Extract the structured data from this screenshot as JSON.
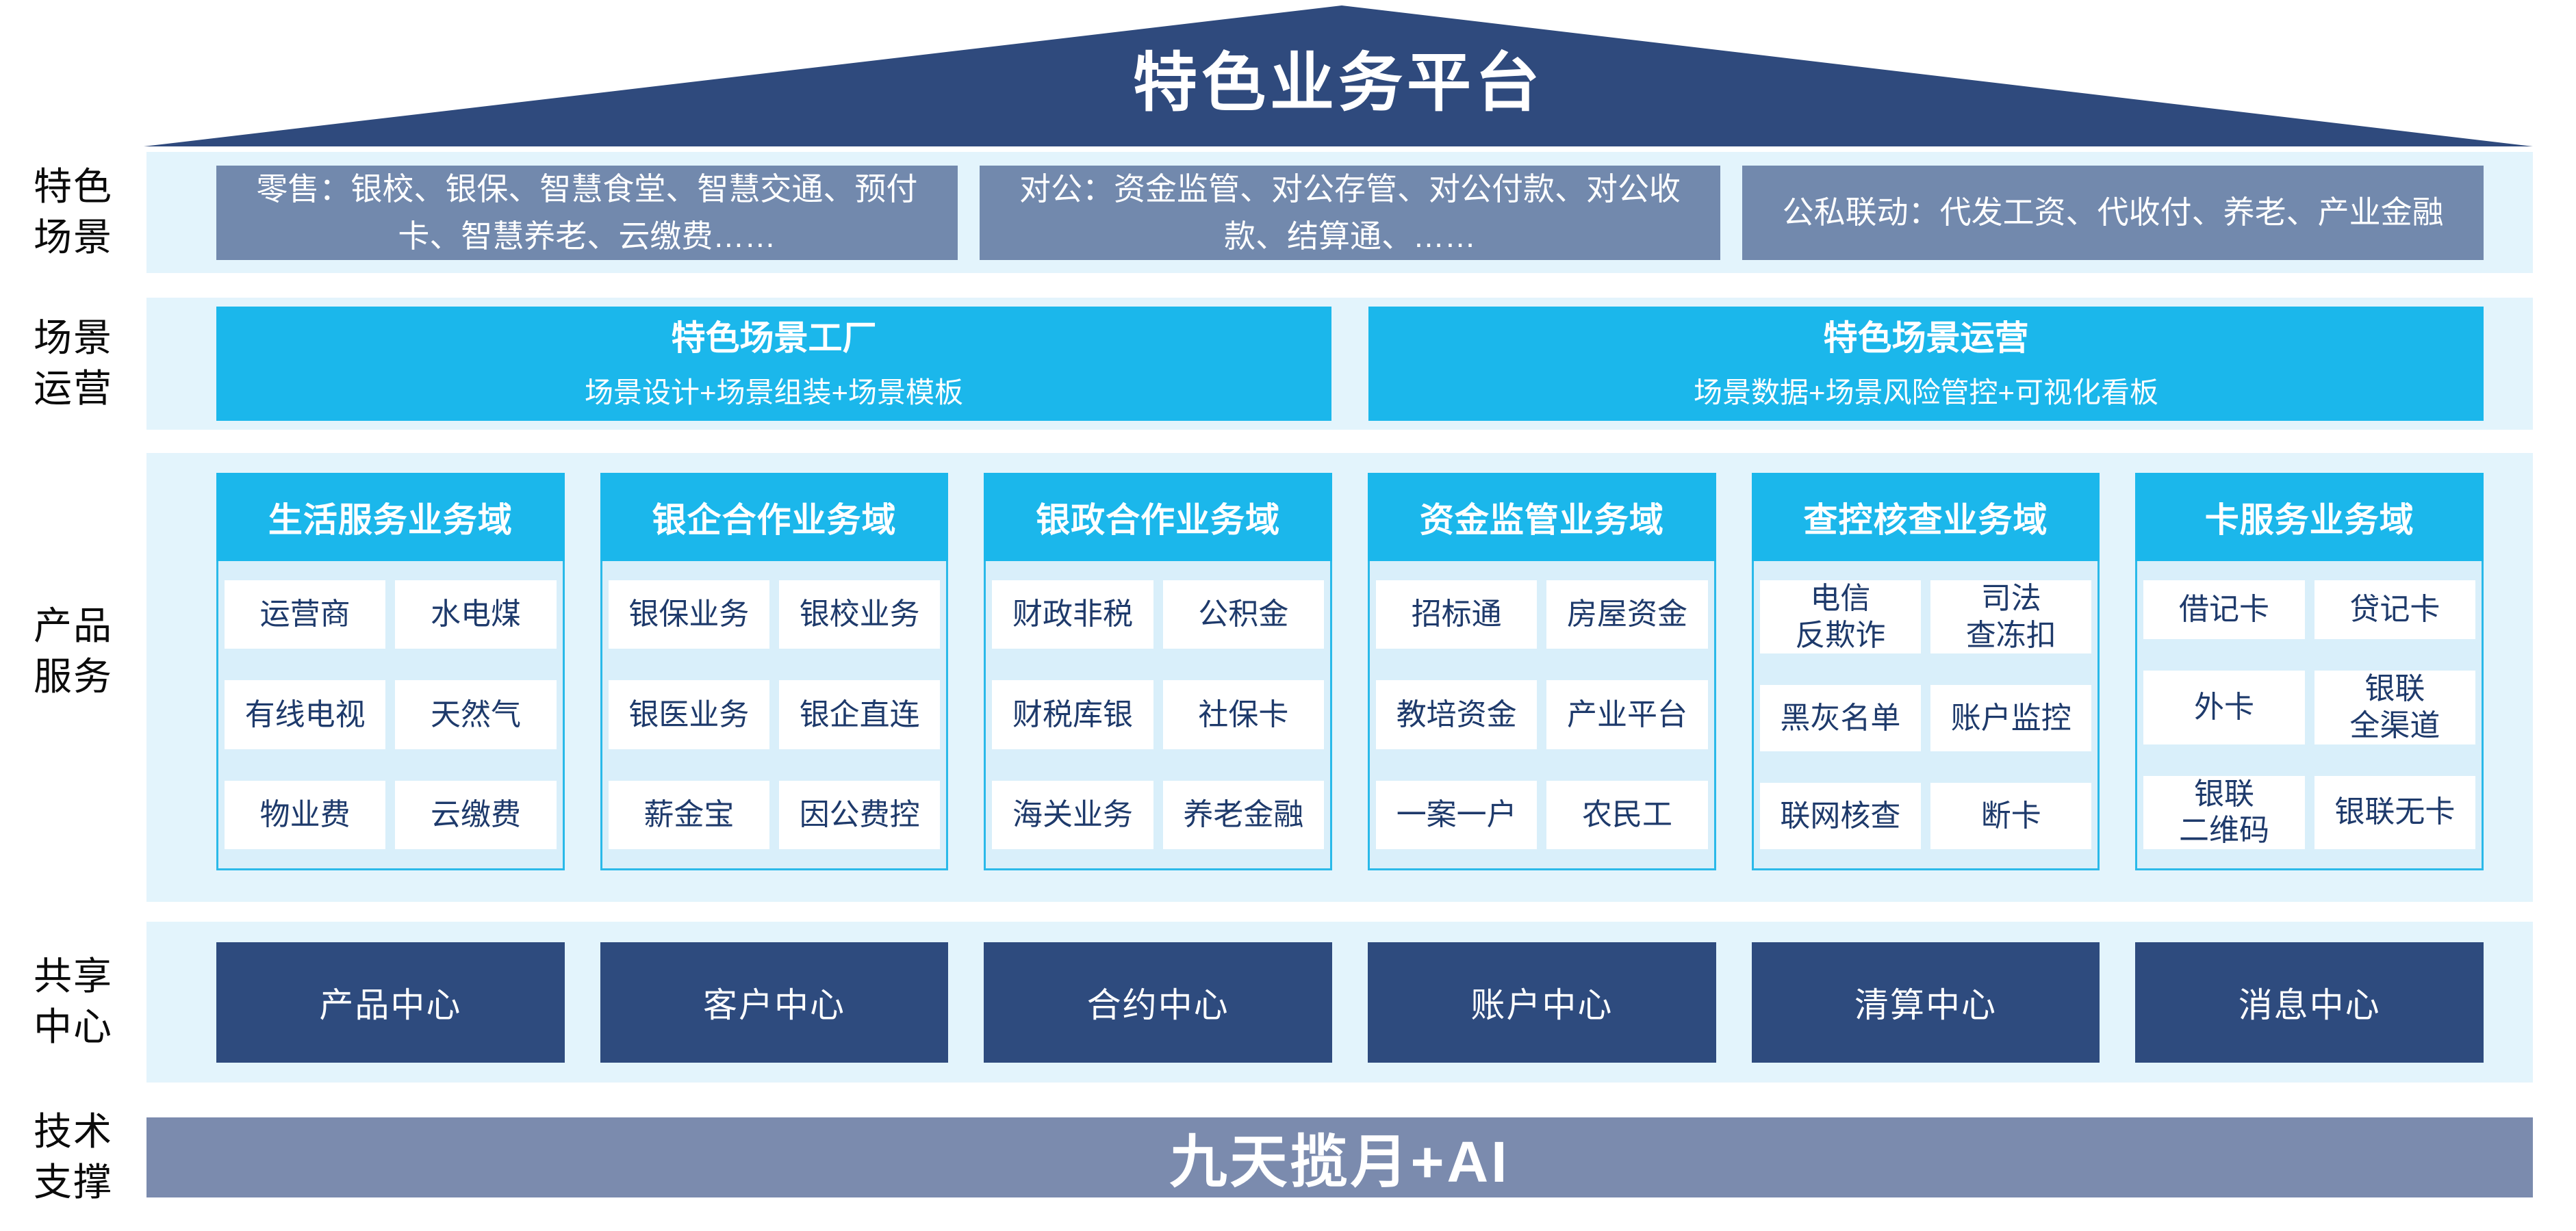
{
  "title": "特色业务平台",
  "colors": {
    "roof_navy": "#2F4A7D",
    "band_light_blue": "#E3F4FC",
    "scene_box_slate": "#7289AD",
    "cyan": "#1BB7EB",
    "column_body_blue": "#D9EFFA",
    "column_border_cyan": "#2AB9E9",
    "item_text_navy": "#1E3A6B",
    "center_box_navy": "#2E4B7E",
    "tech_bar_slate": "#7B8BAE"
  },
  "rows": {
    "scene": {
      "label": "特色\n场景",
      "boxes": [
        "零售：银校、银保、智慧食堂、智慧交通、预付卡、智慧养老、云缴费……",
        "对公：资金监管、对公存管、对公付款、对公收款、结算通、……",
        "公私联动：代发工资、代收付、养老、产业金融"
      ]
    },
    "operation": {
      "label": "场景\n运营",
      "boxes": [
        {
          "title": "特色场景工厂",
          "subtitle": "场景设计+场景组装+场景模板"
        },
        {
          "title": "特色场景运营",
          "subtitle": "场景数据+场景风险管控+可视化看板"
        }
      ]
    },
    "products": {
      "label": "产品\n服务",
      "columns": [
        {
          "header": "生活服务业务域",
          "items": [
            "运营商",
            "水电煤",
            "有线电视",
            "天然气",
            "物业费",
            "云缴费"
          ]
        },
        {
          "header": "银企合作业务域",
          "items": [
            "银保业务",
            "银校业务",
            "银医业务",
            "银企直连",
            "薪金宝",
            "因公费控"
          ]
        },
        {
          "header": "银政合作业务域",
          "items": [
            "财政非税",
            "公积金",
            "财税库银",
            "社保卡",
            "海关业务",
            "养老金融"
          ]
        },
        {
          "header": "资金监管业务域",
          "items": [
            "招标通",
            "房屋资金",
            "教培资金",
            "产业平台",
            "一案一户",
            "农民工"
          ]
        },
        {
          "header": "查控核查业务域",
          "items": [
            "电信\n反欺诈",
            "司法\n查冻扣",
            "黑灰名单",
            "账户监控",
            "联网核查",
            "断卡"
          ]
        },
        {
          "header": "卡服务业务域",
          "items": [
            "借记卡",
            "贷记卡",
            "外卡",
            "银联\n全渠道",
            "银联\n二维码",
            "银联无卡"
          ]
        }
      ]
    },
    "shared": {
      "label": "共享\n中心",
      "boxes": [
        "产品中心",
        "客户中心",
        "合约中心",
        "账户中心",
        "清算中心",
        "消息中心"
      ]
    },
    "tech": {
      "label": "技术\n支撑",
      "banner": "九天揽月+AI"
    }
  }
}
